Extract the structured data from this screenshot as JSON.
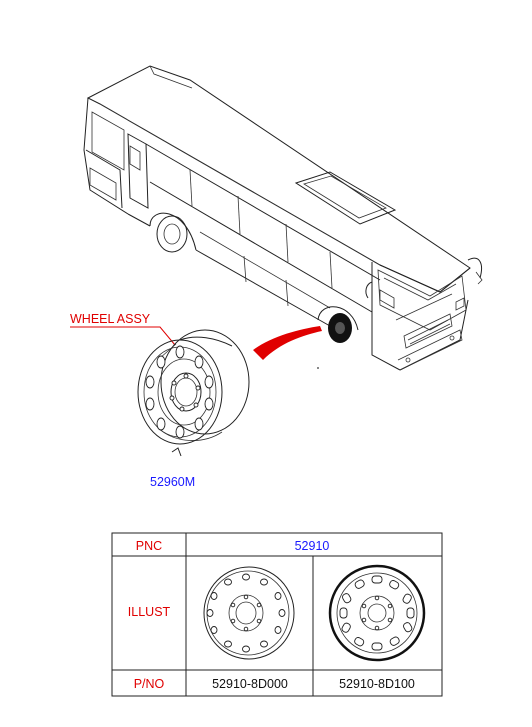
{
  "callout": {
    "wheel_label": "WHEEL ASSY",
    "part_ref": "52960M"
  },
  "table": {
    "row_pnc_label": "PNC",
    "row_illust_label": "ILLUST",
    "row_pno_label": "P/NO",
    "pnc_value": "52910",
    "parts": [
      "52910-8D000",
      "52910-8D100"
    ]
  },
  "colors": {
    "label_red": "#e00000",
    "label_blue": "#1a1aff",
    "arrow_red": "#e00000",
    "line": "#222222"
  },
  "icons": [
    "bus-illustration",
    "wheel-assy-illustration",
    "arrow-pointer",
    "wheel-face-icon"
  ]
}
